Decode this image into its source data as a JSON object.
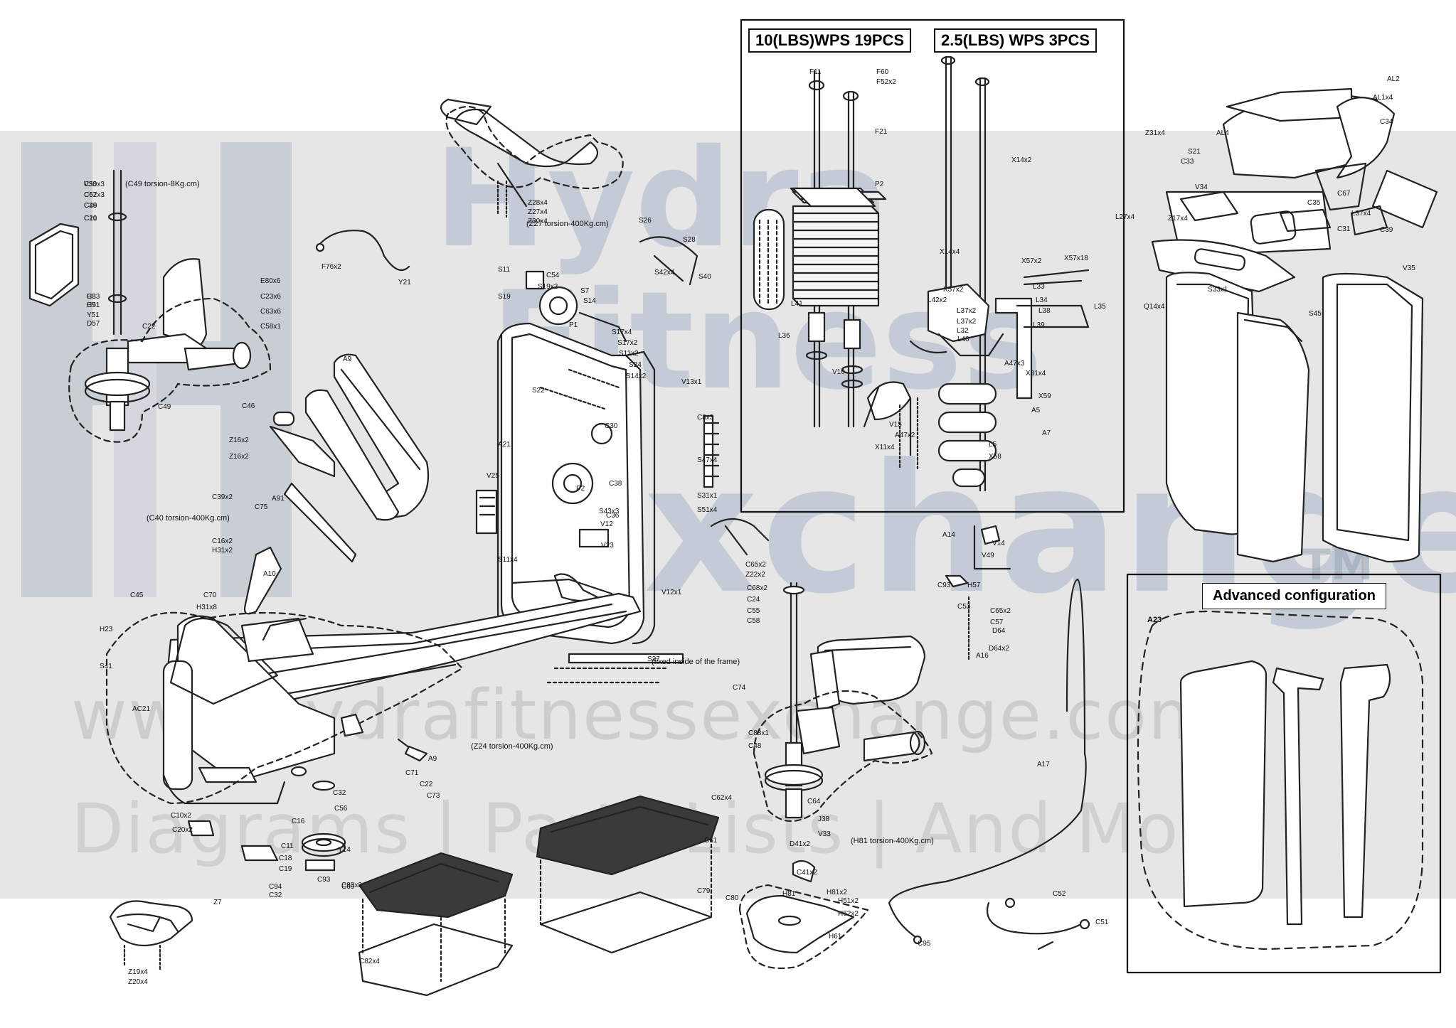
{
  "weight_stack_boxes": [
    {
      "title": "10(LBS)WPS 19PCS"
    },
    {
      "title": "2.5(LBS) WPS 3PCS"
    }
  ],
  "advanced_configuration": {
    "title": "Advanced configuration",
    "part": "A23"
  },
  "watermark": {
    "line1": "Hydra",
    "line2": "Fitness",
    "line3": "Exchange",
    "trademark": "TM",
    "url": "www.hydrafitnessexchange.com",
    "tagline": "Diagrams | Parts Lists | And More"
  },
  "torque_notes": [
    "(C49 torsion-8Kg.cm)",
    "(Z27 torsion-400Kg.cm)",
    "(C40 torsion-400Kg.cm)",
    "(Z24 torsion-400Kg.cm)",
    "(H81 torsion-400Kg.cm)",
    "(fixed inside of the frame)"
  ],
  "part_labels": [
    "C50x3",
    "C57x3",
    "C28",
    "C21",
    "C33",
    "C51",
    "Y51",
    "D57",
    "C22",
    "E80x6",
    "C23x6",
    "C63x6",
    "C58x1",
    "C49",
    "F76x2",
    "Y21",
    "Z28x4",
    "Z27x4",
    "Z30x4",
    "S26",
    "S28",
    "S42x4",
    "S40",
    "S11",
    "S19",
    "C54",
    "S19x2",
    "S7",
    "S14",
    "P1",
    "S17x4",
    "S17x2",
    "S11x2",
    "S24",
    "S14x2",
    "V13x1",
    "A21",
    "V25",
    "S22",
    "C30",
    "P2",
    "C38",
    "S43x3",
    "V12",
    "V23",
    "S11x4",
    "V12x1",
    "C36",
    "C8x3",
    "S47x4",
    "S31x1",
    "S51x4",
    "A9",
    "C46",
    "Z16x2",
    "Z16x2",
    "A91",
    "C39x2",
    "C75",
    "C16x2",
    "H31x2",
    "A10",
    "C45",
    "C70",
    "H31x8",
    "H23",
    "S41",
    "AC21",
    "C71",
    "C22",
    "C73",
    "A9",
    "C32",
    "C56",
    "C16",
    "C10x2",
    "C20x2",
    "Y14",
    "C11",
    "C18",
    "C19",
    "C93",
    "C94",
    "C32",
    "Z7",
    "Z19x4",
    "Z20x4",
    "C83x3",
    "C69",
    "C62x4",
    "C61",
    "C79",
    "C82x4",
    "C80",
    "S27",
    "C65x2",
    "Z22x2",
    "C68x2",
    "C24",
    "C55",
    "C58",
    "C74",
    "C48",
    "C88x1",
    "C64",
    "J38",
    "V33",
    "D41x2",
    "C41x2",
    "H81",
    "H81x2",
    "H51x2",
    "H62x2",
    "H61",
    "H57",
    "A14",
    "V14",
    "V49",
    "C93",
    "C53",
    "C65x2",
    "C57",
    "D64",
    "D64x2",
    "A16",
    "A17",
    "C95",
    "C52",
    "C51",
    "F11",
    "F60",
    "F52x2",
    "F21",
    "P2",
    "X14x2",
    "X14x4",
    "X57x2",
    "X57x18",
    "X57x2",
    "L42x2",
    "L37x2",
    "L37x2",
    "L32",
    "L33",
    "L34",
    "L35",
    "L38",
    "L39",
    "L40",
    "L41",
    "L36",
    "V10",
    "V15",
    "X11x4",
    "A47x2",
    "L5",
    "X58",
    "X59",
    "A5",
    "A7",
    "X31x4",
    "A47x3",
    "AL2",
    "AL1x4",
    "AL4",
    "S21",
    "C34",
    "Z31x4",
    "C33",
    "Z17x4",
    "L27x4",
    "C67",
    "C35",
    "L37x4",
    "C39",
    "Q14x4",
    "S33x1",
    "S45",
    "V35",
    "V34",
    "C31",
    "V33",
    "C62",
    "C49",
    "C10",
    "H8",
    "H9"
  ]
}
